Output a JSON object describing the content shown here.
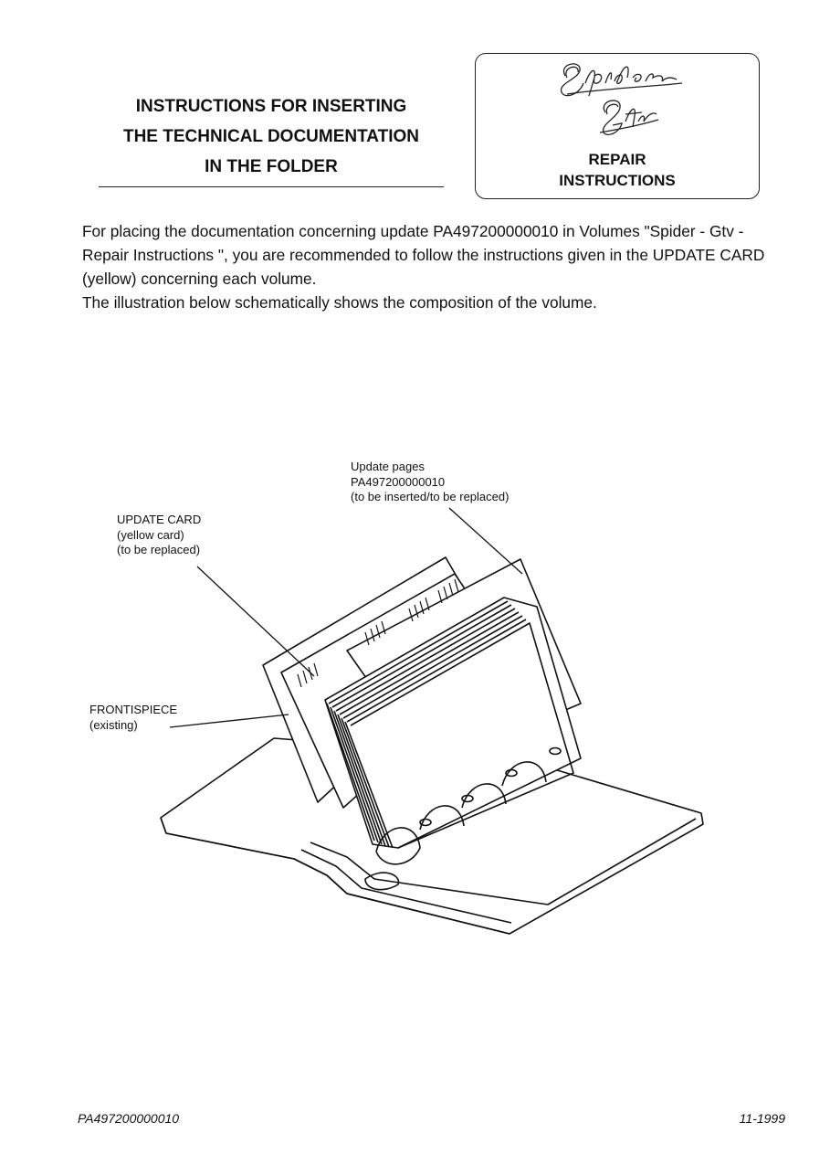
{
  "header": {
    "title_line1": "INSTRUCTIONS FOR INSERTING",
    "title_line2": "THE TECHNICAL  DOCUMENTATION",
    "title_line3": "IN THE FOLDER"
  },
  "brand_box": {
    "logo_line1": "Spider",
    "logo_line2": "Gtv",
    "label_line1": "REPAIR",
    "label_line2": "INSTRUCTIONS"
  },
  "intro": {
    "paragraph1": "For placing the documentation concerning update PA497200000010 in  Volumes \"Spider - Gtv - Repair Instructions \", you are recommended to follow the instructions given in the UPDATE CARD (yellow) concerning each volume.",
    "paragraph2": "The illustration below schematically shows the composition of the volume."
  },
  "callouts": {
    "update_pages": {
      "line1": "Update pages",
      "line2": "PA497200000010",
      "line3": "(to be inserted/to be replaced)"
    },
    "update_card": {
      "line1": "UPDATE CARD",
      "line2": "(yellow card)",
      "line3": "(to be replaced)"
    },
    "frontispiece": {
      "line1": "FRONTISPIECE",
      "line2": "(existing)"
    }
  },
  "footer": {
    "code": "PA497200000010",
    "date": "11-1999"
  }
}
